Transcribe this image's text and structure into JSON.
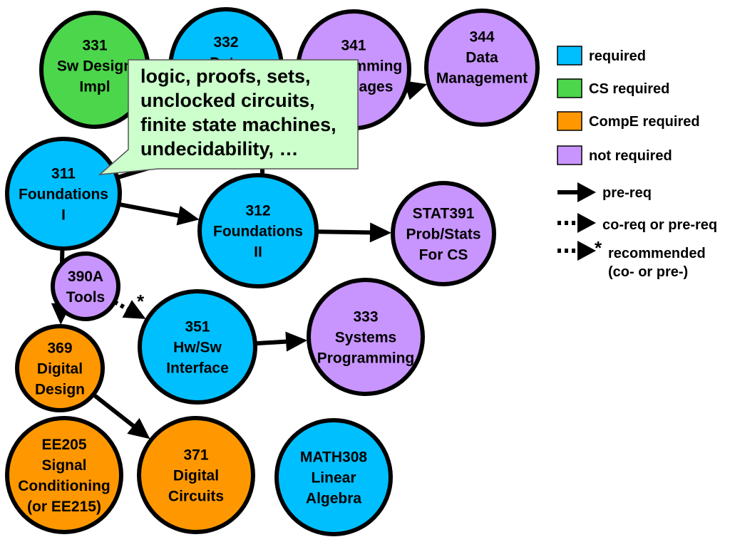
{
  "colors": {
    "required": "#00bfff",
    "cs_required": "#4cd64c",
    "compe_required": "#ff9800",
    "not_required": "#c895ff",
    "callout_fill": "#ccffcc",
    "stroke": "#000000"
  },
  "nodes": {
    "n331": {
      "lines": [
        "331",
        "Sw Design",
        "Impl"
      ],
      "kind": "cs_required"
    },
    "n332": {
      "lines": [
        "332",
        "Data"
      ],
      "kind": "required"
    },
    "n341": {
      "lines": [
        "341",
        "Programming",
        "Languages"
      ],
      "kind": "not_required"
    },
    "n344": {
      "lines": [
        "344",
        "Data",
        "Management"
      ],
      "kind": "not_required"
    },
    "n311": {
      "lines": [
        "311",
        "Foundations",
        "I"
      ],
      "kind": "required"
    },
    "n312": {
      "lines": [
        "312",
        "Foundations",
        "II"
      ],
      "kind": "required"
    },
    "nstat": {
      "lines": [
        "STAT391",
        "Prob/Stats",
        "For CS"
      ],
      "kind": "not_required"
    },
    "n390a": {
      "lines": [
        "390A",
        "Tools"
      ],
      "kind": "not_required"
    },
    "n351": {
      "lines": [
        "351",
        "Hw/Sw",
        "Interface"
      ],
      "kind": "required"
    },
    "n333": {
      "lines": [
        "333",
        "Systems",
        "Programming"
      ],
      "kind": "not_required"
    },
    "n369": {
      "lines": [
        "369",
        "Digital",
        "Design"
      ],
      "kind": "compe_required"
    },
    "nee205": {
      "lines": [
        "EE205",
        "Signal",
        "Conditioning",
        "(or EE215)"
      ],
      "kind": "compe_required"
    },
    "n371": {
      "lines": [
        "371",
        "Digital",
        "Circuits"
      ],
      "kind": "compe_required"
    },
    "nmath": {
      "lines": [
        "MATH308",
        "Linear",
        "Algebra"
      ],
      "kind": "required"
    }
  },
  "edges": [
    {
      "from": "n311",
      "to": "n344",
      "style": "pre-req"
    },
    {
      "from": "n311",
      "to": "n312",
      "style": "pre-req"
    },
    {
      "from": "n311",
      "to": "n369",
      "style": "pre-req"
    },
    {
      "from": "n312",
      "to": "nstat",
      "style": "pre-req"
    },
    {
      "from": "n351",
      "to": "n333",
      "style": "pre-req"
    },
    {
      "from": "n369",
      "to": "n371",
      "style": "pre-req"
    },
    {
      "from": "n390a",
      "to": "n351",
      "style": "recommended"
    }
  ],
  "callout": {
    "lines": [
      "logic, proofs, sets,",
      "unclocked circuits,",
      "finite state machines,",
      "undecidability, …"
    ]
  },
  "legend": {
    "required": "required",
    "cs_required": "CS required",
    "compe_required": "CompE required",
    "not_required": "not required",
    "prereq": "pre-req",
    "coreq": "co-req or pre-req",
    "recommended_line1": "recommended",
    "recommended_line2": "(co- or pre-)",
    "star": "*"
  },
  "edge_star": "*"
}
